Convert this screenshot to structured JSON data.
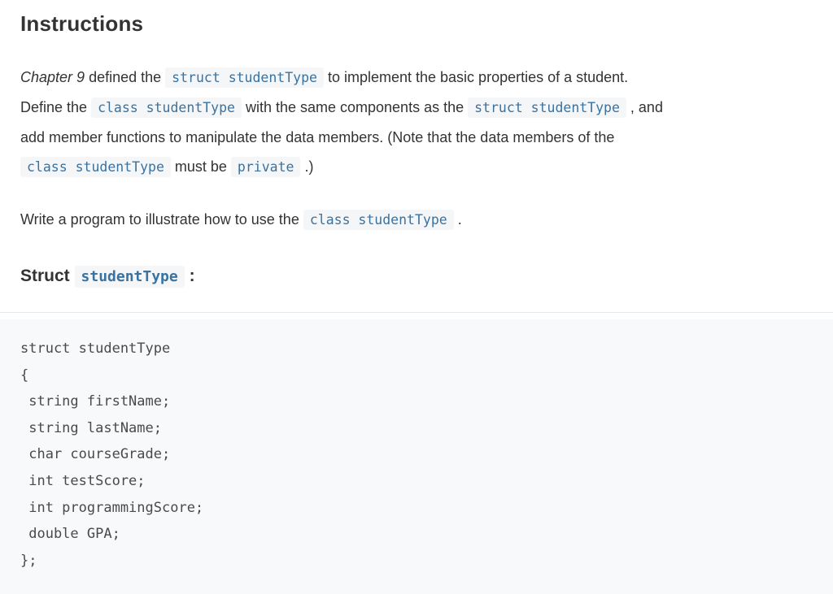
{
  "colors": {
    "text_color": "#333333",
    "code_blue": "#3a72a0",
    "inline_code_bg": "#f5f6f7",
    "block_bg": "#f8f9fa",
    "divider_color": "#e4e7e9",
    "block_code_text": "#4a4a4a",
    "page_bg": "#ffffff"
  },
  "title": "Instructions",
  "paragraphs": [
    {
      "lines": [
        [
          {
            "style": "em",
            "text": "Chapter 9"
          },
          {
            "style": "text",
            "text": " defined the "
          },
          {
            "style": "code",
            "text": "struct studentType"
          },
          {
            "style": "text",
            "text": " to implement the basic properties of a student."
          }
        ],
        [
          {
            "style": "text",
            "text": "Define the "
          },
          {
            "style": "code",
            "text": "class studentType"
          },
          {
            "style": "text",
            "text": " with the same components as the "
          },
          {
            "style": "code",
            "text": "struct studentType"
          },
          {
            "style": "text",
            "text": " , and"
          }
        ],
        [
          {
            "style": "text",
            "text": "add member functions to manipulate the data members. (Note that the data members of the"
          }
        ],
        [
          {
            "style": "code",
            "text": "class studentType"
          },
          {
            "style": "text",
            "text": " must be "
          },
          {
            "style": "code",
            "text": "private"
          },
          {
            "style": "text",
            "text": " .)"
          }
        ]
      ]
    },
    {
      "lines": [
        [
          {
            "style": "text",
            "text": "Write a program to illustrate how to use the "
          },
          {
            "style": "code",
            "text": "class studentType"
          },
          {
            "style": "text",
            "text": " ."
          }
        ]
      ]
    }
  ],
  "struct_heading": {
    "segments": [
      {
        "style": "text",
        "text": "Struct "
      },
      {
        "style": "code",
        "text": "studentType"
      },
      {
        "style": "text",
        "text": " :"
      }
    ]
  },
  "code_block": {
    "lines": [
      "struct studentType",
      "{",
      " string firstName;",
      " string lastName;",
      " char courseGrade;",
      " int testScore;",
      " int programmingScore;",
      " double GPA;",
      "};"
    ]
  }
}
